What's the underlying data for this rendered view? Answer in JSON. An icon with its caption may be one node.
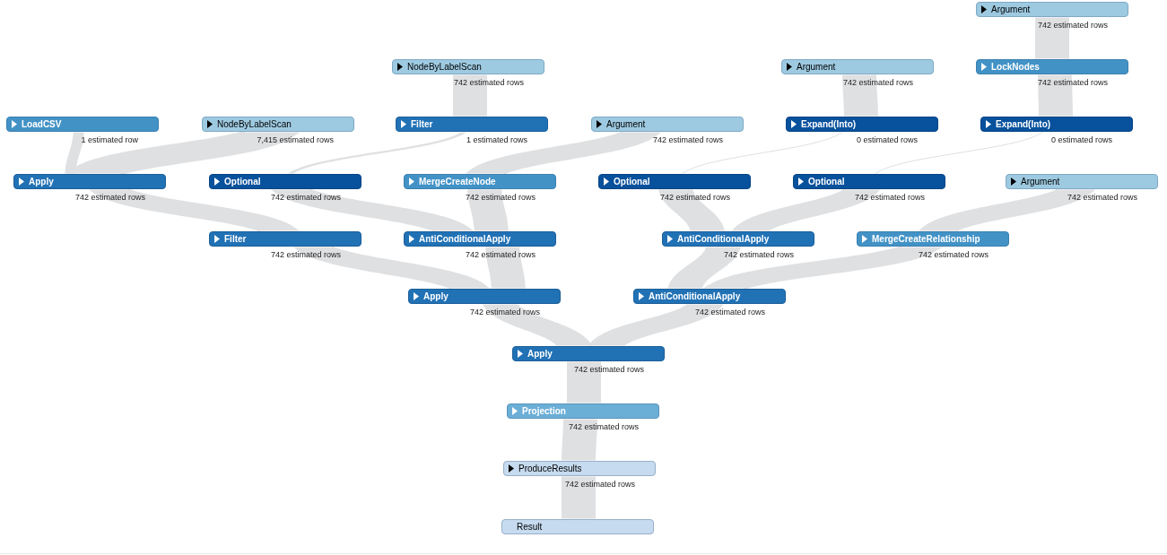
{
  "diagram": {
    "nodes": [
      {
        "text": [
          "Argument"
        ],
        "beside": [
          "742 estimated rows"
        ]
      },
      {
        "text": [
          "NodeByLabelScan"
        ],
        "beside": [
          "742 estimated rows"
        ]
      },
      {
        "text": [
          "Argument"
        ],
        "beside": [
          "742 estimated rows"
        ]
      },
      {
        "text": [
          "LockNodes"
        ],
        "beside": [
          "742 estimated rows"
        ]
      },
      {
        "text": [
          "LoadCSV"
        ],
        "beside": [
          "1 estimated row"
        ]
      },
      {
        "text": [
          "NodeByLabelScan"
        ],
        "beside": [
          "7,415 estimated rows"
        ]
      },
      {
        "text": [
          "Filter"
        ],
        "beside": [
          "1 estimated rows"
        ]
      },
      {
        "text": [
          "Argument"
        ],
        "beside": [
          "742 estimated rows"
        ]
      },
      {
        "text": [
          "Expand(Into)"
        ],
        "beside": [
          "0 estimated rows"
        ]
      },
      {
        "text": [
          "Expand(Into)"
        ],
        "beside": [
          "0 estimated rows"
        ]
      },
      {
        "text": [
          "Apply"
        ],
        "beside": [
          "742 estimated rows"
        ]
      },
      {
        "text": [
          "Optional"
        ],
        "beside": [
          "742 estimated rows"
        ]
      },
      {
        "text": [
          "MergeCreateNode"
        ],
        "beside": [
          "742 estimated rows"
        ]
      },
      {
        "text": [
          "Optional"
        ],
        "beside": [
          "742 estimated rows"
        ]
      },
      {
        "text": [
          "Optional"
        ],
        "beside": [
          "742 estimated rows"
        ]
      },
      {
        "text": [
          "Argument"
        ],
        "beside": [
          "742 estimated rows"
        ]
      },
      {
        "text": [
          "Filter"
        ],
        "beside": [
          "742 estimated rows"
        ]
      },
      {
        "text": [
          "AntiConditionalApply"
        ],
        "beside": [
          "742 estimated rows"
        ]
      },
      {
        "text": [
          "AntiConditionalApply"
        ],
        "beside": [
          "742 estimated rows"
        ]
      },
      {
        "text": [
          "MergeCreateRelationship"
        ],
        "beside": [
          "742 estimated rows"
        ]
      },
      {
        "text": [
          "Apply"
        ],
        "beside": [
          "742 estimated rows"
        ]
      },
      {
        "text": [
          "AntiConditionalApply"
        ],
        "beside": [
          "742 estimated rows"
        ]
      },
      {
        "text": [
          "Apply"
        ],
        "beside": [
          "742 estimated rows"
        ]
      },
      {
        "text": [
          "Projection"
        ],
        "beside": [
          "742 estimated rows"
        ]
      },
      {
        "text": [
          "ProduceResults"
        ],
        "beside": [
          "742 estimated rows"
        ]
      },
      {
        "text": [
          "Result"
        ]
      }
    ],
    "edges": [
      {
        "from": 0,
        "to": 3,
        "arrow": "none"
      },
      {
        "from": 3,
        "to": 9,
        "arrow": "none"
      },
      {
        "from": 1,
        "to": 6,
        "arrow": "none"
      },
      {
        "from": 2,
        "to": 8,
        "arrow": "none"
      },
      {
        "from": 4,
        "to": 10,
        "arrow": "none"
      },
      {
        "from": 5,
        "to": 10,
        "arrow": "none"
      },
      {
        "from": 6,
        "to": 11,
        "arrow": "none"
      },
      {
        "from": 7,
        "to": 12,
        "arrow": "none"
      },
      {
        "from": 8,
        "to": 13,
        "arrow": "none"
      },
      {
        "from": 9,
        "to": 14,
        "arrow": "none"
      },
      {
        "from": 10,
        "to": 16,
        "arrow": "none"
      },
      {
        "from": 11,
        "to": 17,
        "arrow": "none"
      },
      {
        "from": 12,
        "to": 17,
        "arrow": "none"
      },
      {
        "from": 16,
        "to": 20,
        "arrow": "none"
      },
      {
        "from": 17,
        "to": 20,
        "arrow": "none"
      },
      {
        "from": 13,
        "to": 18,
        "arrow": "none"
      },
      {
        "from": 14,
        "to": 18,
        "arrow": "none"
      },
      {
        "from": 15,
        "to": 19,
        "arrow": "none"
      },
      {
        "from": 18,
        "to": 21,
        "arrow": "none"
      },
      {
        "from": 19,
        "to": 21,
        "arrow": "none"
      },
      {
        "from": 20,
        "to": 22,
        "arrow": "none"
      },
      {
        "from": 21,
        "to": 22,
        "arrow": "none"
      },
      {
        "from": 22,
        "to": 23,
        "arrow": "none"
      },
      {
        "from": 23,
        "to": 24,
        "arrow": "none"
      },
      {
        "from": 24,
        "to": 25,
        "arrow": "none"
      }
    ]
  }
}
